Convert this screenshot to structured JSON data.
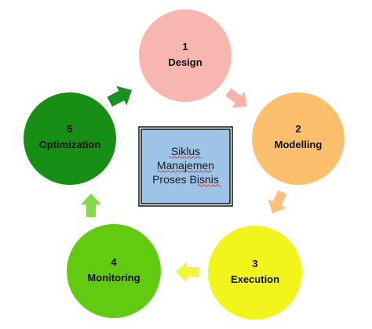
{
  "center": {
    "lines": [
      "Siklus",
      "Manajemen",
      "Proses Bisnis"
    ],
    "fill": "#9dc3e6",
    "border": "#111111"
  },
  "steps": [
    {
      "number": "1",
      "label": "Design",
      "color": "#f8b6b0"
    },
    {
      "number": "2",
      "label": "Modelling",
      "color": "#fbbf6d"
    },
    {
      "number": "3",
      "label": "Execution",
      "color": "#f2f51c"
    },
    {
      "number": "4",
      "label": "Monitoring",
      "color": "#62cb0f"
    },
    {
      "number": "5",
      "label": "Optimization",
      "color": "#178f14"
    }
  ],
  "arrows": [
    {
      "from": "1",
      "to": "2",
      "color": "#f5b3a9"
    },
    {
      "from": "2",
      "to": "3",
      "color": "#fbc07b"
    },
    {
      "from": "3",
      "to": "4",
      "color": "#f2f53a"
    },
    {
      "from": "4",
      "to": "5",
      "color": "#86d94c"
    },
    {
      "from": "5",
      "to": "1",
      "color": "#1a8f24"
    }
  ]
}
